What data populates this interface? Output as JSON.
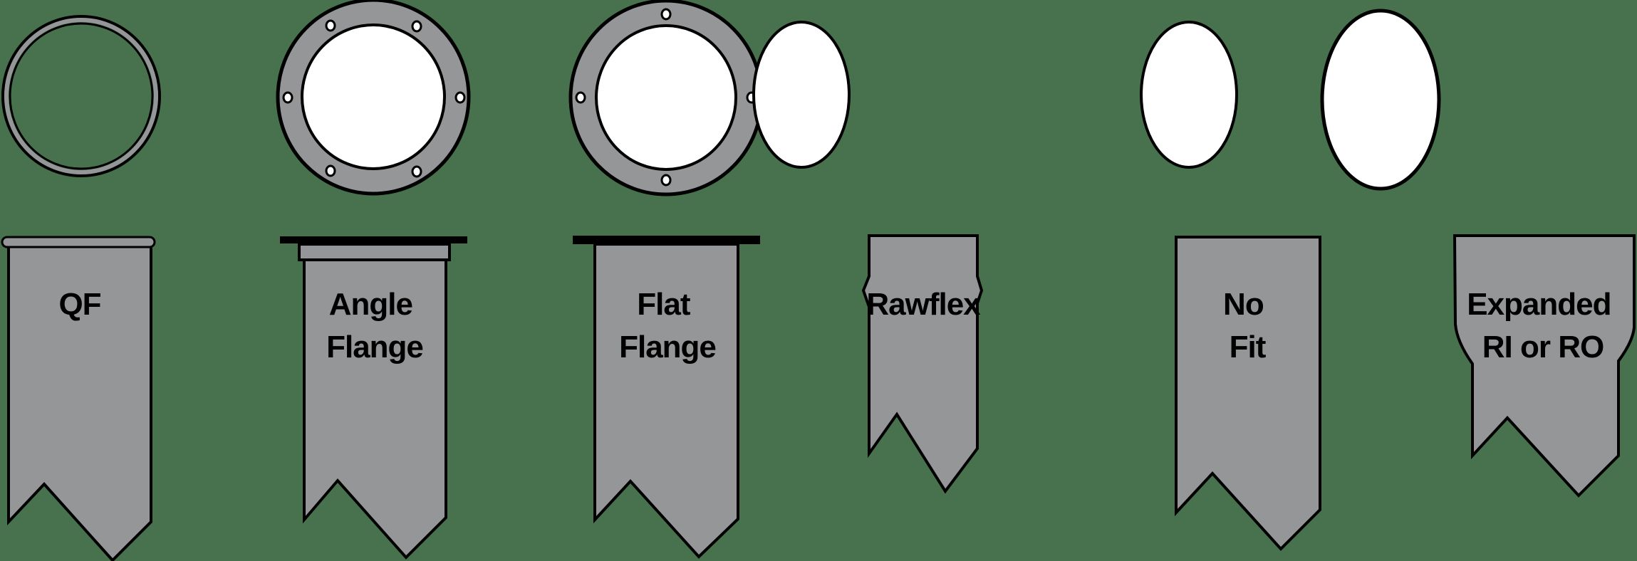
{
  "diagram": {
    "background_color": "#48724e",
    "fill_gray": "#959698",
    "stroke_color": "#000000",
    "opening_color": "#ffffff",
    "fittings": [
      {
        "id": "qf",
        "label_lines": [
          "QF"
        ],
        "end_view": "thin ring (open center)",
        "side_view": "banner with rolled rim"
      },
      {
        "id": "angle-flange",
        "label_lines": [
          "Angle",
          "Flange"
        ],
        "end_view": "flange ring with 6 bolt holes",
        "side_view": "banner with flange bar and collar"
      },
      {
        "id": "flat-flange",
        "label_lines": [
          "Flat",
          "Flange"
        ],
        "end_view": "flange ring with 4 bolt holes",
        "side_view": "banner with flange bar"
      },
      {
        "id": "rawflex",
        "label_lines": [
          "Rawflex"
        ],
        "end_view": "plain circle",
        "side_view": "short banner with side crimp"
      },
      {
        "id": "no-fit",
        "label_lines": [
          "No",
          "Fit"
        ],
        "end_view": "plain circle",
        "side_view": "plain banner"
      },
      {
        "id": "expanded",
        "label_lines": [
          "Expanded",
          "RI or RO"
        ],
        "end_view": "larger plain circle",
        "side_view": "banner with flared top"
      }
    ]
  }
}
